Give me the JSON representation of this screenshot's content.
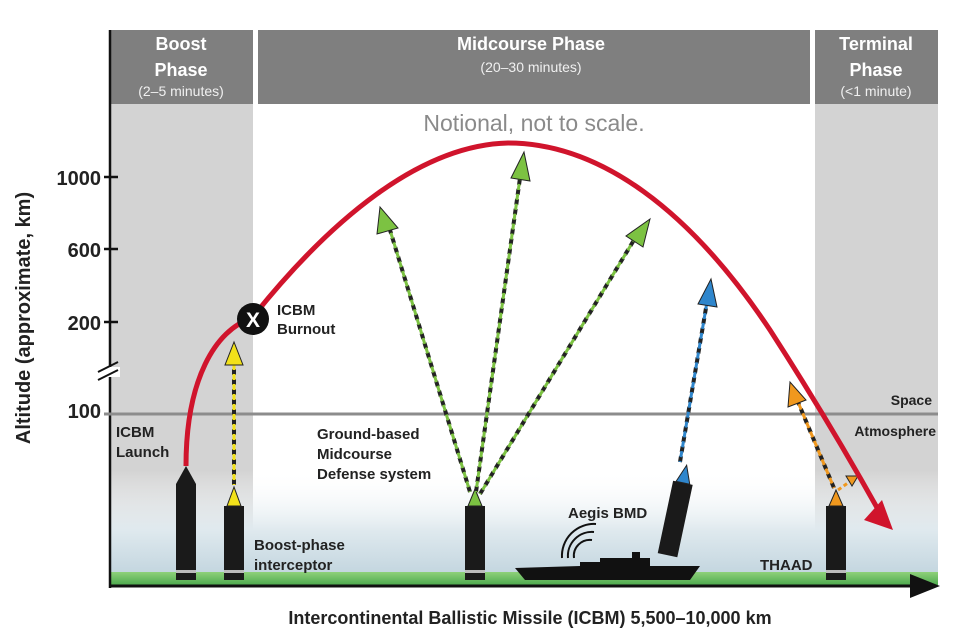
{
  "phases": {
    "boost": {
      "title_line1": "Boost",
      "title_line2": "Phase",
      "duration": "(2–5 minutes)"
    },
    "midcourse": {
      "title": "Midcourse Phase",
      "duration": "(20–30 minutes)"
    },
    "terminal": {
      "title_line1": "Terminal",
      "title_line2": "Phase",
      "duration": "(<1 minute)"
    }
  },
  "note": "Notional, not to scale.",
  "y_axis": {
    "label": "Altitude (approximate, km)",
    "ticks": [
      "1000",
      "600",
      "200",
      "100"
    ]
  },
  "x_axis": {
    "label": "Intercontinental Ballistic Missile (ICBM) 5,500–10,000 km"
  },
  "layers": {
    "space": "Space",
    "atmosphere": "Atmosphere"
  },
  "labels": {
    "icbm_launch_1": "ICBM",
    "icbm_launch_2": "Launch",
    "burnout_1": "ICBM",
    "burnout_2": "Burnout",
    "burnout_mark": "X",
    "boost_interceptor_1": "Boost-phase",
    "boost_interceptor_2": "interceptor",
    "gmd_1": "Ground-based",
    "gmd_2": "Midcourse",
    "gmd_3": "Defense system",
    "aegis": "Aegis BMD",
    "thaad": "THAAD"
  },
  "colors": {
    "trajectory": "#d0142c",
    "boost_interceptor": "#f2e11a",
    "gmd": "#7cc242",
    "aegis": "#2f86cc",
    "thaad": "#f0981e",
    "phase_header": "#7f7f7f",
    "phase_band": "#d0d0d0",
    "ground": "#5cb85c"
  }
}
